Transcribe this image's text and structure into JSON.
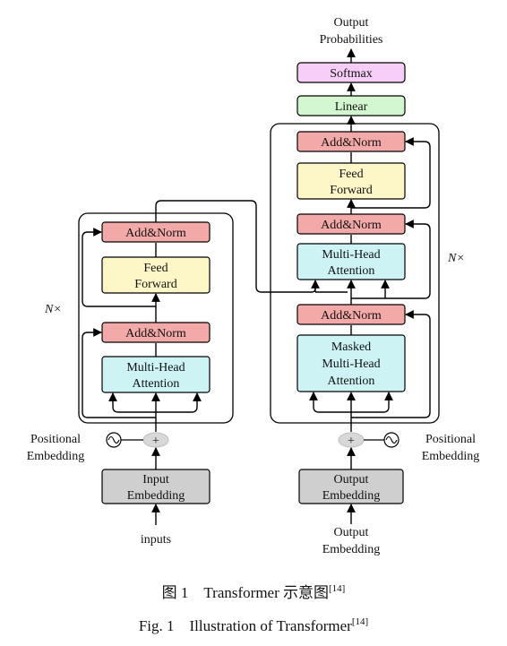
{
  "output_probabilities": [
    "Output",
    "Probabilities"
  ],
  "softmax": "Softmax",
  "linear": "Linear",
  "decoder": {
    "add_norm_top": "Add&Norm",
    "feed_forward": [
      "Feed",
      "Forward"
    ],
    "add_norm_mid": "Add&Norm",
    "multi_head": [
      "Multi-Head",
      "Attention"
    ],
    "add_norm_low": "Add&Norm",
    "masked_multi_head": [
      "Masked",
      "Multi-Head",
      "Attention"
    ],
    "repeat": "N×",
    "output_embedding": [
      "Output",
      "Embedding"
    ],
    "input_label": [
      "Output",
      "Embedding"
    ],
    "positional": [
      "Positional",
      "Embedding"
    ]
  },
  "encoder": {
    "add_norm_top": "Add&Norm",
    "feed_forward": [
      "Feed",
      "Forward"
    ],
    "add_norm_low": "Add&Norm",
    "multi_head": [
      "Multi-Head",
      "Attention"
    ],
    "repeat": "N×",
    "input_embedding": [
      "Input",
      "Embedding"
    ],
    "input_label": "inputs",
    "positional": [
      "Positional",
      "Embedding"
    ]
  },
  "plus_symbol": "+",
  "caption": {
    "cn_prefix": "图 1　Transformer 示意图",
    "en_prefix": "Fig. 1　Illustration of Transformer",
    "ref": "[14]"
  },
  "colors": {
    "add_norm": "#f4a9a9",
    "feed_forward": "#fdf7c7",
    "attention": "#cdf3f5",
    "linear": "#d3f7cf",
    "softmax": "#f6cdf5",
    "embedding": "#cfcfcf"
  }
}
